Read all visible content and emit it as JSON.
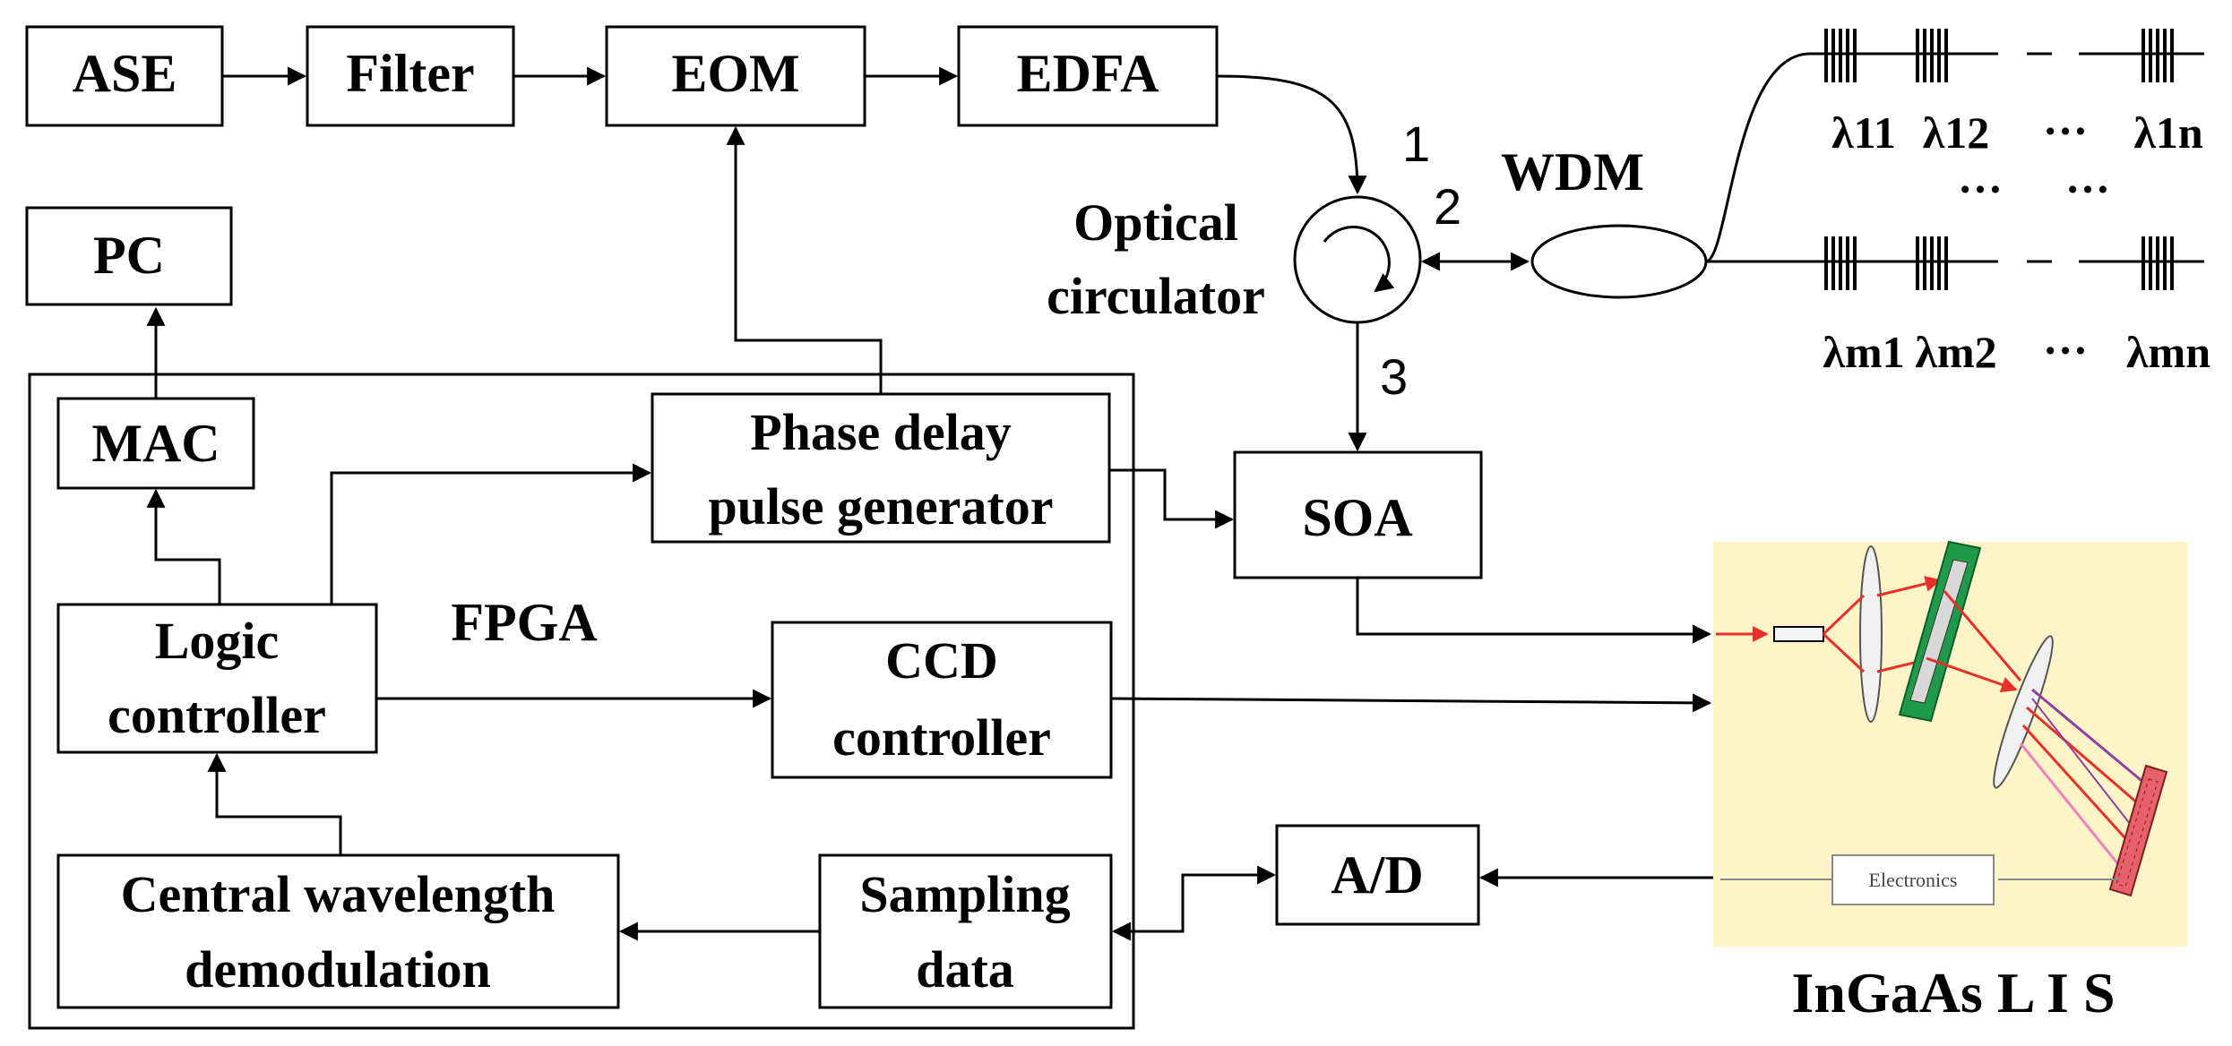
{
  "blocks": {
    "ase": "ASE",
    "filter": "Filter",
    "eom": "EOM",
    "edfa": "EDFA",
    "pc": "PC",
    "mac": "MAC",
    "phase_delay": [
      "Phase delay",
      "pulse generator"
    ],
    "soa": "SOA",
    "fpga": "FPGA",
    "logic": [
      "Logic",
      "controller"
    ],
    "ccd": [
      "CCD",
      "controller"
    ],
    "central": [
      "Central wavelength",
      "demodulation"
    ],
    "sampling": [
      "Sampling",
      "data"
    ],
    "ad": "A/D"
  },
  "circulator": {
    "label": [
      "Optical",
      "circulator"
    ],
    "ports": [
      "1",
      "2",
      "3"
    ]
  },
  "wdm": "WDM",
  "gratings": {
    "row1": [
      "λ11",
      "λ12",
      "…",
      "λ1n"
    ],
    "row2": [
      "λm1",
      "λm2",
      "…",
      "λmn"
    ],
    "mid_dots": [
      "…",
      "…"
    ]
  },
  "spectrometer": {
    "electronics": "Electronics",
    "caption": "InGaAs L I S",
    "background": "#fdf5c8",
    "grating_color": "#1f9a4a",
    "beam_color": "#e8302a",
    "beam_color2": "#9040a0",
    "beam_color3": "#f080c0",
    "detector_color": "#e8606a"
  }
}
